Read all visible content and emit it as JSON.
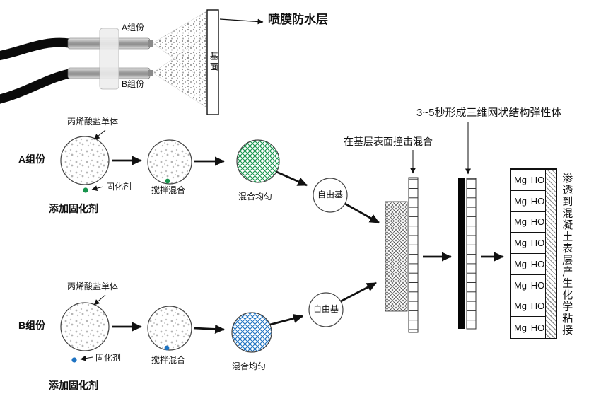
{
  "diagram": {
    "sprayer": {
      "component_a": "A组份",
      "component_b": "B组份",
      "substrate": "基面",
      "result_label": "喷膜防水层"
    },
    "flow_a": {
      "component": "A组份",
      "monomer": "丙烯酸盐单体",
      "curing_agent": "固化剂",
      "add_curing_agent": "添加固化剂",
      "stir_mix": "搅拌混合",
      "mix_even": "混合均匀",
      "free_radical": "自由基",
      "accent_color": "#17944d"
    },
    "flow_b": {
      "component": "B组份",
      "monomer": "丙烯酸盐单体",
      "curing_agent": "固化剂",
      "add_curing_agent": "添加固化剂",
      "stir_mix": "搅拌混合",
      "mix_even": "混合均匀",
      "free_radical": "自由基",
      "accent_color": "#1e73c2"
    },
    "impact_label": "在基层表面撞击混合",
    "elastomer_label": "3~5秒形成三维网状结构弹性体",
    "membrane_table": {
      "rows": [
        {
          "mg": "Mg",
          "ho": "HO"
        },
        {
          "mg": "Mg",
          "ho": "HO"
        },
        {
          "mg": "Mg",
          "ho": "HO"
        },
        {
          "mg": "Mg",
          "ho": "HO"
        },
        {
          "mg": "Mg",
          "ho": "HO"
        },
        {
          "mg": "Mg",
          "ho": "HO"
        },
        {
          "mg": "Mg",
          "ho": "HO"
        },
        {
          "mg": "Mg",
          "ho": "HO"
        }
      ],
      "side_note": "渗透到混凝土表层产生化学粘接"
    }
  }
}
